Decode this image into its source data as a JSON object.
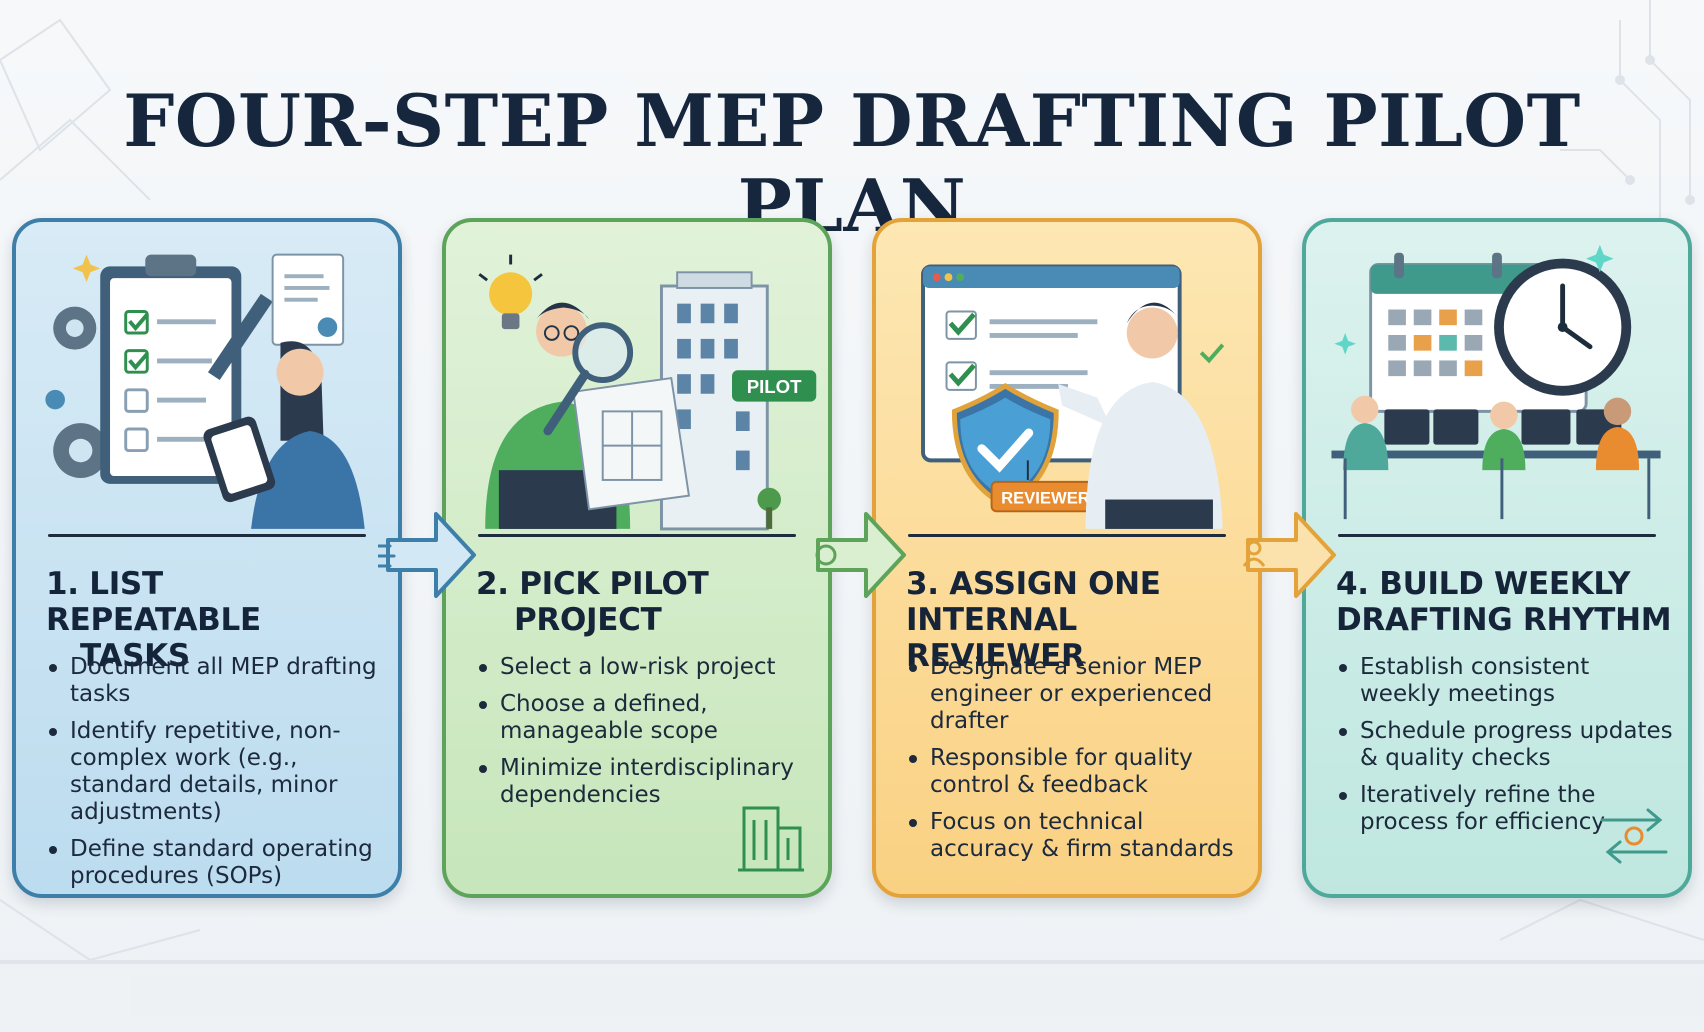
{
  "title": "FOUR-STEP MEP DRAFTING PILOT PLAN",
  "steps": [
    {
      "heading_line1": "1. LIST REPEATABLE",
      "heading_line2": "TASKS",
      "bullets": [
        "Document all MEP drafting tasks",
        "Identify repetitive, non-complex work (e.g., standard details, minor adjustments)",
        "Define standard operating procedures (SOPs)"
      ],
      "color": "#3d7fa9"
    },
    {
      "heading_line1": "2. PICK PILOT",
      "heading_line2": "PROJECT",
      "badge": "PILOT",
      "bullets": [
        "Select a low-risk project",
        "Choose a defined, manageable scope",
        "Minimize interdisciplinary dependencies"
      ],
      "color": "#5ea35a"
    },
    {
      "heading_line1": "3. ASSIGN ONE",
      "heading_line2": "INTERNAL REVIEWER",
      "badge": "REVIEWER",
      "bullets": [
        "Designate a senior MEP engineer or experienced drafter",
        "Responsible for quality control & feedback",
        "Focus on technical accuracy & firm standards"
      ],
      "color": "#e3a33a"
    },
    {
      "heading_line1": "4. BUILD WEEKLY",
      "heading_line2": "DRAFTING RHYTHM",
      "bullets": [
        "Establish consistent weekly meetings",
        "Schedule progress updates & quality checks",
        "Iteratively refine the process for efficiency"
      ],
      "color": "#4fa99b"
    }
  ],
  "icons": [
    "clipboard-checklist-icon",
    "gear-icon",
    "document-icon",
    "tablet-icon",
    "lightbulb-icon",
    "magnifier-icon",
    "blueprint-icon",
    "building-icon",
    "shield-check-icon",
    "monitor-checklist-icon",
    "calendar-icon",
    "clock-icon",
    "team-desks-icon",
    "arrow-right-icon",
    "cycle-arrows-icon"
  ]
}
